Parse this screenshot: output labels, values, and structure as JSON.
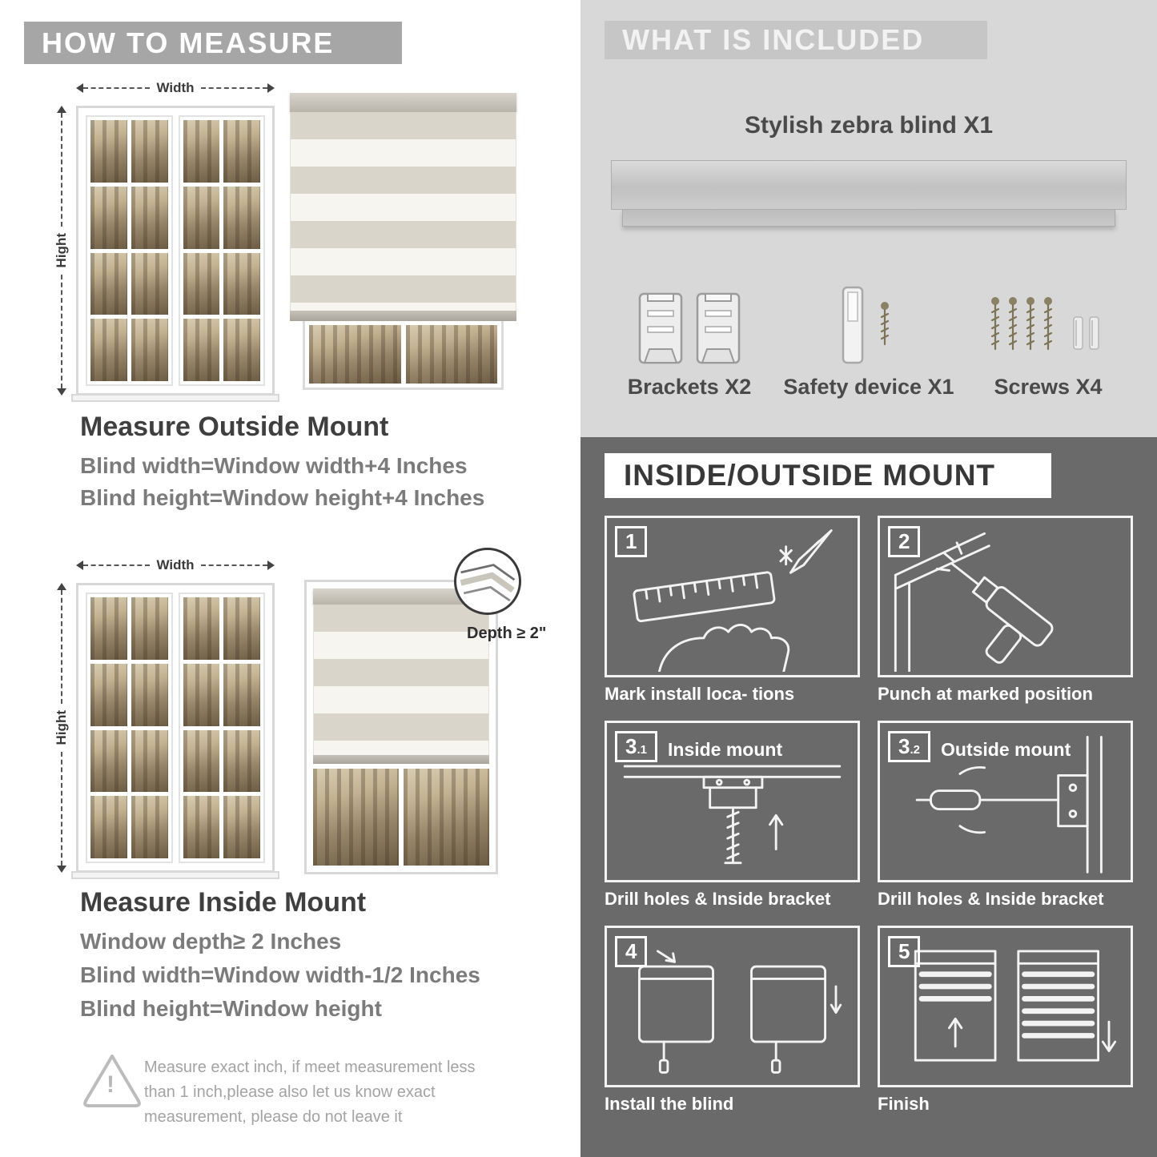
{
  "colors": {
    "left_banner_bg": "#a6a6a6",
    "included_panel_bg": "#d8d8d8",
    "included_banner_bg": "#c6c6c6",
    "mount_panel_bg": "#6a6a6a",
    "heading_text": "#3f3f3f",
    "formula_text": "#7b7b7b",
    "step_text": "#ffffff"
  },
  "measure": {
    "header": "HOW TO MEASURE",
    "outside": {
      "width_label": "Width",
      "height_label": "Hight",
      "title": "Measure Outside Mount",
      "line1": "Blind width=Window width+4 Inches",
      "line2": "Blind height=Window height+4 Inches"
    },
    "inside": {
      "width_label": "Width",
      "height_label": "Hight",
      "depth_label": "Depth ≥ 2\"",
      "title": "Measure Inside Mount",
      "line1": "Window depth≥ 2 Inches",
      "line2": "Blind width=Window width-1/2 Inches",
      "line3": "Blind height=Window height"
    },
    "warning_mark": "!",
    "warning_text": "Measure exact inch, if meet measurement less than 1 inch,please also let us know exact measurement, please do not leave it"
  },
  "included": {
    "header": "WHAT IS INCLUDED",
    "product_label": "Stylish zebra blind X1",
    "items": [
      {
        "label": "Brackets X2",
        "icon": "brackets-icon"
      },
      {
        "label": "Safety device X1",
        "icon": "safety-device-icon"
      },
      {
        "label": "Screws X4",
        "icon": "screws-icon"
      }
    ]
  },
  "mount": {
    "header": "INSIDE/OUTSIDE MOUNT",
    "steps": [
      {
        "num": "1",
        "sub": "",
        "title": "",
        "caption": "Mark install loca- tions",
        "icon": "measure-mark-illustration"
      },
      {
        "num": "2",
        "sub": "",
        "title": "",
        "caption": "Punch at marked position",
        "icon": "drill-illustration"
      },
      {
        "num": "3",
        "sub": ".1",
        "title": "Inside mount",
        "caption": "Drill holes & Inside bracket",
        "icon": "inside-bracket-illustration"
      },
      {
        "num": "3",
        "sub": ".2",
        "title": "Outside mount",
        "caption": "Drill holes & Inside bracket",
        "icon": "outside-bracket-illustration"
      },
      {
        "num": "4",
        "sub": "",
        "title": "",
        "caption": "Install the blind",
        "icon": "install-blind-illustration"
      },
      {
        "num": "5",
        "sub": "",
        "title": "",
        "caption": "Finish",
        "icon": "finish-illustration"
      }
    ]
  }
}
